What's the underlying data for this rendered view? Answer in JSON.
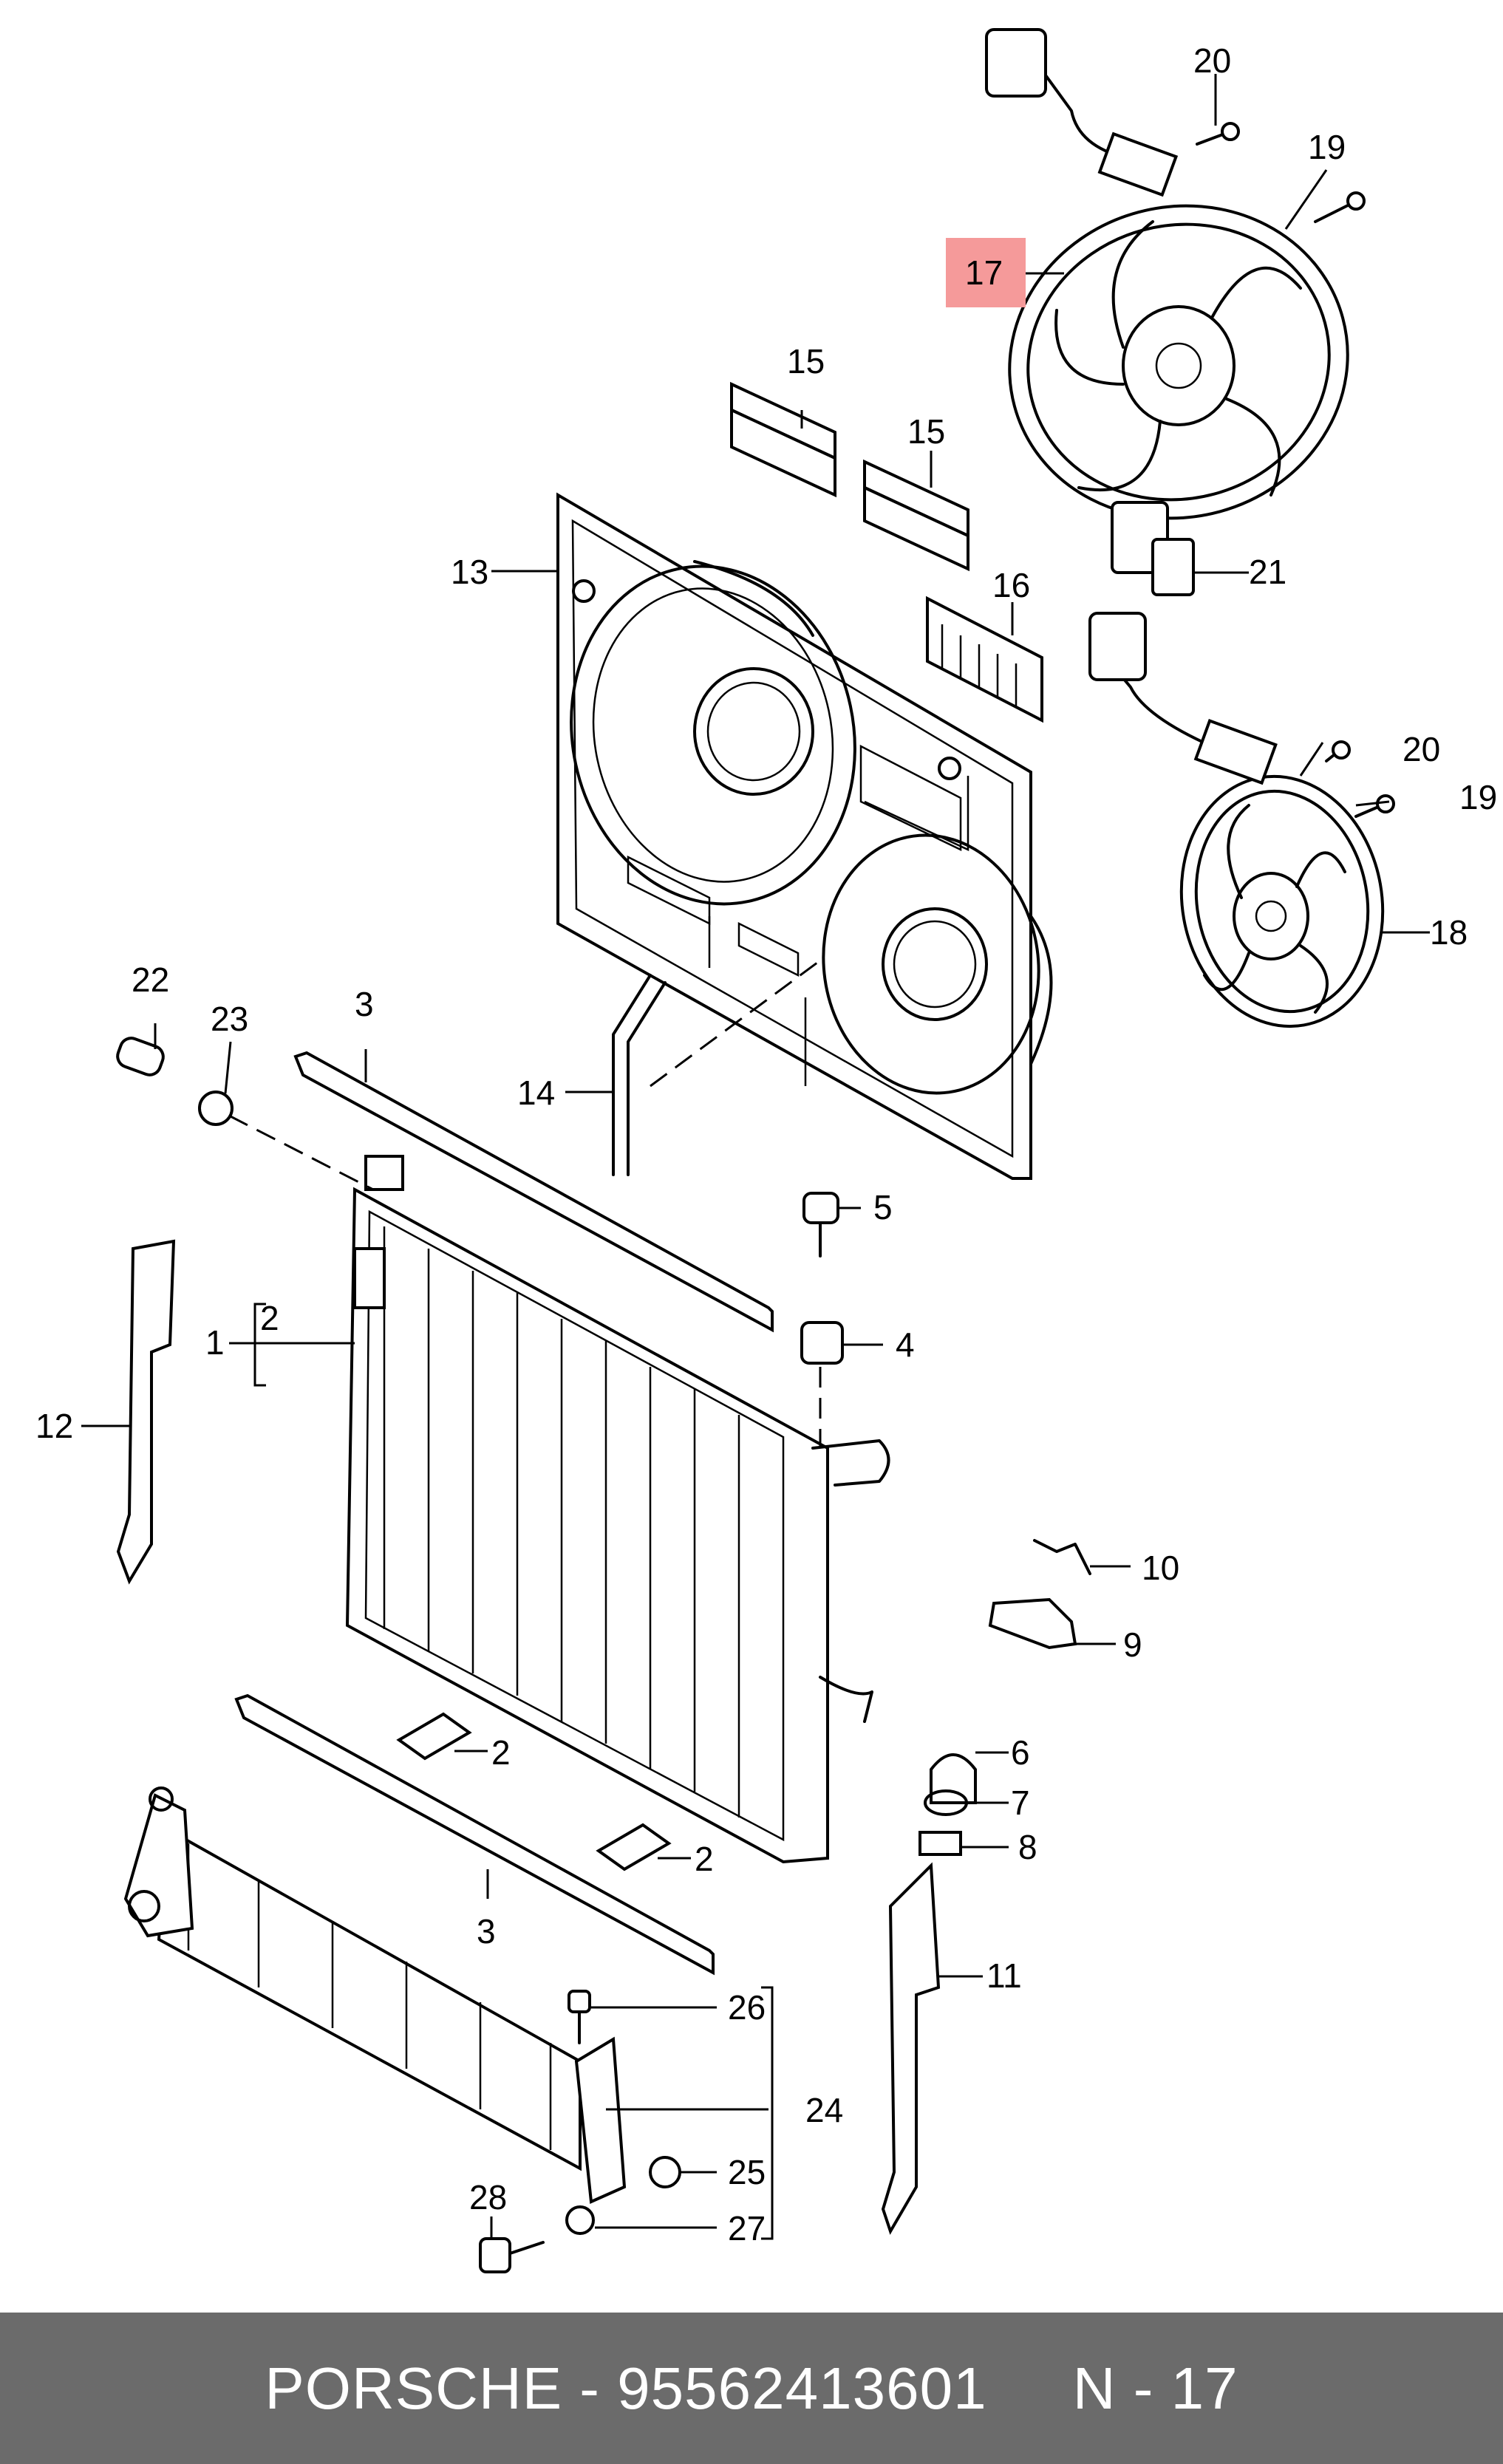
{
  "footer": {
    "brand": "PORSCHE",
    "separator": " - ",
    "part_number": "95562413601",
    "gap": "     ",
    "page": "N - 17"
  },
  "highlight_color": "#f59a9a",
  "footer_color": "#6b6b6b",
  "callouts": {
    "c1": "1",
    "c2a": "2",
    "c2b": "2",
    "c2c": "2",
    "c3a": "3",
    "c3b": "3",
    "c4": "4",
    "c5": "5",
    "c6": "6",
    "c7": "7",
    "c8": "8",
    "c9": "9",
    "c10": "10",
    "c11": "11",
    "c12": "12",
    "c13": "13",
    "c14": "14",
    "c15a": "15",
    "c15b": "15",
    "c16": "16",
    "c17": "17",
    "c18": "18",
    "c19a": "19",
    "c19b": "19",
    "c20a": "20",
    "c20b": "20",
    "c21": "21",
    "c22": "22",
    "c23": "23",
    "c24": "24",
    "c25": "25",
    "c26": "26",
    "c27": "27",
    "c28": "28"
  }
}
